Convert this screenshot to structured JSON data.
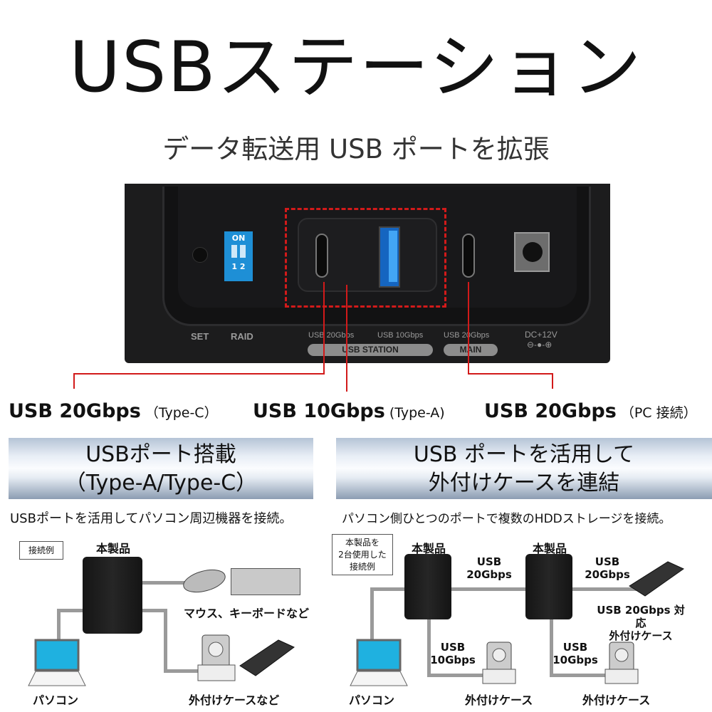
{
  "header": {
    "title": "USBステーション",
    "subtitle": "データ転送用 USB ポートを拡張"
  },
  "product_panel": {
    "dip_label": "ON",
    "dip_numbers": "1 2",
    "labels": {
      "set": "SET",
      "raid": "RAID",
      "port1": "USB 20Gbps",
      "port2": "USB 10Gbps",
      "port3": "USB 20Gbps",
      "dc": "DC+12V",
      "dc_polarity": "⊖-●-⊕"
    },
    "pills": {
      "station": "USB STATION",
      "main": "MAIN"
    }
  },
  "callouts": [
    {
      "speed": "USB 20Gbps",
      "type": "（Type-C）"
    },
    {
      "speed": "USB 10Gbps",
      "type": "(Type-A)"
    },
    {
      "speed": "USB 20Gbps",
      "type": "（PC 接続）"
    }
  ],
  "left_section": {
    "heading_line1": "USBポート搭載",
    "heading_line2": "（Type-A/Type-C）",
    "description": "USBポートを活用してパソコン周辺機器を接続。",
    "example_box": "接続例",
    "product_label": "本製品",
    "peripherals_label": "マウス、キーボードなど",
    "pc_label": "パソコン",
    "case_label": "外付けケースなど"
  },
  "right_section": {
    "heading_line1": "USB ポートを活用して",
    "heading_line2": "外付けケースを連結",
    "description": "パソコン側ひとつのポートで複数のHDDストレージを接続。",
    "example_box_lines": [
      "本製品を",
      "2台使用した",
      "接続例"
    ],
    "product_label_1": "本製品",
    "product_label_2": "本製品",
    "link_speed_1": [
      "USB",
      "20Gbps"
    ],
    "link_speed_2": [
      "USB",
      "20Gbps"
    ],
    "down_speed_1": [
      "USB",
      "10Gbps"
    ],
    "down_speed_2": [
      "USB",
      "10Gbps"
    ],
    "ssd_case_label_lines": [
      "USB 20Gbps 対応",
      "外付けケース"
    ],
    "pc_label": "パソコン",
    "case_label_1": "外付けケース",
    "case_label_2": "外付けケース"
  },
  "colors": {
    "accent_red": "#d21a1a",
    "usb_blue": "#1565c0",
    "dip_blue": "#1e8fd6"
  }
}
